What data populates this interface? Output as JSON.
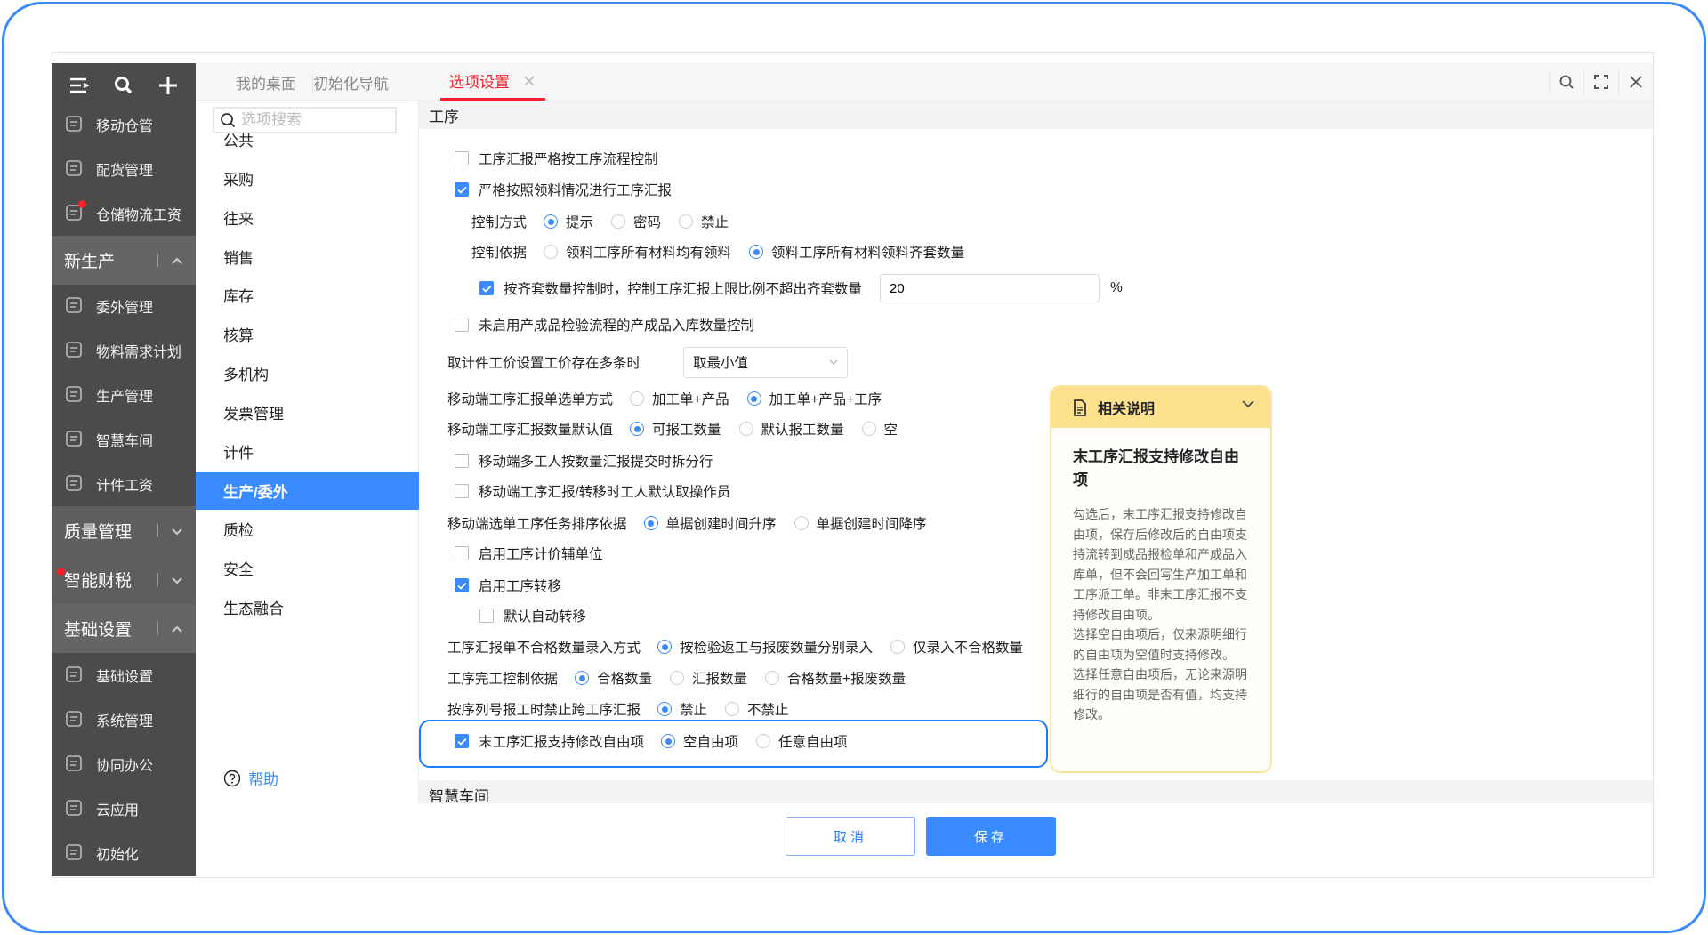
{
  "colors": {
    "accent": "#3a8bff",
    "active_tab": "#f5222d",
    "sidebar": "#4b4b4b",
    "info_header": "#fde18d"
  },
  "sidebar": {
    "top_icons": [
      "menu-icon",
      "search-icon",
      "plus-icon"
    ],
    "items": [
      {
        "type": "item",
        "label": "移动仓管",
        "icon": "warehouse-icon"
      },
      {
        "type": "item",
        "label": "配货管理",
        "icon": "truck-icon"
      },
      {
        "type": "item",
        "label": "仓储物流工资",
        "icon": "salary-icon",
        "badge": true
      },
      {
        "type": "group",
        "label": "新生产",
        "expanded": true
      },
      {
        "type": "item",
        "label": "委外管理",
        "icon": "outsource-icon"
      },
      {
        "type": "item",
        "label": "物料需求计划",
        "icon": "box-clock-icon"
      },
      {
        "type": "item",
        "label": "生产管理",
        "icon": "sliders-icon"
      },
      {
        "type": "item",
        "label": "智慧车间",
        "icon": "home-robot-icon"
      },
      {
        "type": "item",
        "label": "计件工资",
        "icon": "piece-wage-icon"
      },
      {
        "type": "group",
        "label": "质量管理",
        "expanded": false
      },
      {
        "type": "group",
        "label": "智能财税",
        "expanded": false,
        "badge": true
      },
      {
        "type": "group",
        "label": "基础设置",
        "expanded": true
      },
      {
        "type": "item",
        "label": "基础设置",
        "icon": "settings-camera-icon"
      },
      {
        "type": "item",
        "label": "系统管理",
        "icon": "monitor-code-icon"
      },
      {
        "type": "item",
        "label": "协同办公",
        "icon": "collab-icon"
      },
      {
        "type": "item",
        "label": "云应用",
        "icon": "cloud-icon"
      },
      {
        "type": "item",
        "label": "初始化",
        "icon": "refresh-icon"
      }
    ]
  },
  "tabs": [
    {
      "label": "我的桌面"
    },
    {
      "label": "初始化导航"
    },
    {
      "label": "选项设置",
      "active": true
    }
  ],
  "window_icons": [
    "search-icon",
    "fullscreen-icon",
    "close-icon"
  ],
  "categories": {
    "search_placeholder": "选项搜索",
    "items": [
      "公共",
      "采购",
      "往来",
      "销售",
      "库存",
      "核算",
      "多机构",
      "发票管理",
      "计件",
      "生产/委外",
      "质检",
      "安全",
      "生态融合"
    ],
    "active": "生产/委外",
    "help": "帮助"
  },
  "main": {
    "section_title": "工序",
    "next_section_title": "智慧车间",
    "rows": [
      {
        "type": "checkbox",
        "checked": false,
        "label": "工序汇报严格按工序流程控制"
      },
      {
        "type": "checkbox",
        "checked": true,
        "label": "严格按照领料情况进行工序汇报"
      },
      {
        "type": "radio",
        "indent": true,
        "label": "控制方式",
        "options": [
          "提示",
          "密码",
          "禁止"
        ],
        "selected": 0
      },
      {
        "type": "radio",
        "indent": true,
        "label": "控制依据",
        "options": [
          "领料工序所有材料均有领料",
          "领料工序所有材料领料齐套数量"
        ],
        "selected": 1
      },
      {
        "type": "checkbox",
        "indent": true,
        "checked": true,
        "label": "按齐套数量控制时，控制工序汇报上限比例不超出齐套数量",
        "input_value": "20",
        "unit": "%"
      },
      {
        "type": "checkbox",
        "checked": false,
        "label": "未启用产成品检验流程的产成品入库数量控制"
      },
      {
        "type": "select",
        "label": "取计件工价设置工价存在多条时",
        "value": "取最小值"
      },
      {
        "type": "radio",
        "label": "移动端工序汇报单选单方式",
        "options": [
          "加工单+产品",
          "加工单+产品+工序"
        ],
        "selected": 1
      },
      {
        "type": "radio",
        "label": "移动端工序汇报数量默认值",
        "options": [
          "可报工数量",
          "默认报工数量",
          "空"
        ],
        "selected": 0
      },
      {
        "type": "checkbox",
        "checked": false,
        "label": "移动端多工人按数量汇报提交时拆分行"
      },
      {
        "type": "checkbox",
        "checked": false,
        "label": "移动端工序汇报/转移时工人默认取操作员"
      },
      {
        "type": "radio",
        "label": "移动端选单工序任务排序依据",
        "options": [
          "单据创建时间升序",
          "单据创建时间降序"
        ],
        "selected": 0
      },
      {
        "type": "checkbox",
        "checked": false,
        "label": "启用工序计价辅单位"
      },
      {
        "type": "checkbox",
        "checked": true,
        "label": "启用工序转移"
      },
      {
        "type": "checkbox",
        "indent": true,
        "checked": false,
        "label": "默认自动转移"
      },
      {
        "type": "radio",
        "label": "工序汇报单不合格数量录入方式",
        "options": [
          "按检验返工与报废数量分别录入",
          "仅录入不合格数量"
        ],
        "selected": 0
      },
      {
        "type": "radio",
        "label": "工序完工控制依据",
        "options": [
          "合格数量",
          "汇报数量",
          "合格数量+报废数量"
        ],
        "selected": 0
      },
      {
        "type": "radio",
        "label": "按序列号报工时禁止跨工序汇报",
        "options": [
          "禁止",
          "不禁止"
        ],
        "selected": 0
      },
      {
        "type": "checkbox",
        "checked": true,
        "label": "末工序汇报支持修改自由项",
        "options": [
          "空自由项",
          "任意自由项"
        ],
        "selected": 0,
        "highlighted": true
      }
    ]
  },
  "info": {
    "title": "相关说明",
    "heading": "末工序汇报支持修改自由项",
    "paragraphs": [
      "勾选后，末工序汇报支持修改自由项，保存后修改后的自由项支持流转到成品报检单和产成品入库单，但不会回写生产加工单和工序派工单。非末工序汇报不支持修改自由项。",
      "选择空自由项后，仅来源明细行的自由项为空值时支持修改。",
      "选择任意自由项后，无论来源明细行的自由项是否有值，均支持修改。"
    ]
  },
  "footer": {
    "cancel": "取消",
    "save": "保存"
  }
}
